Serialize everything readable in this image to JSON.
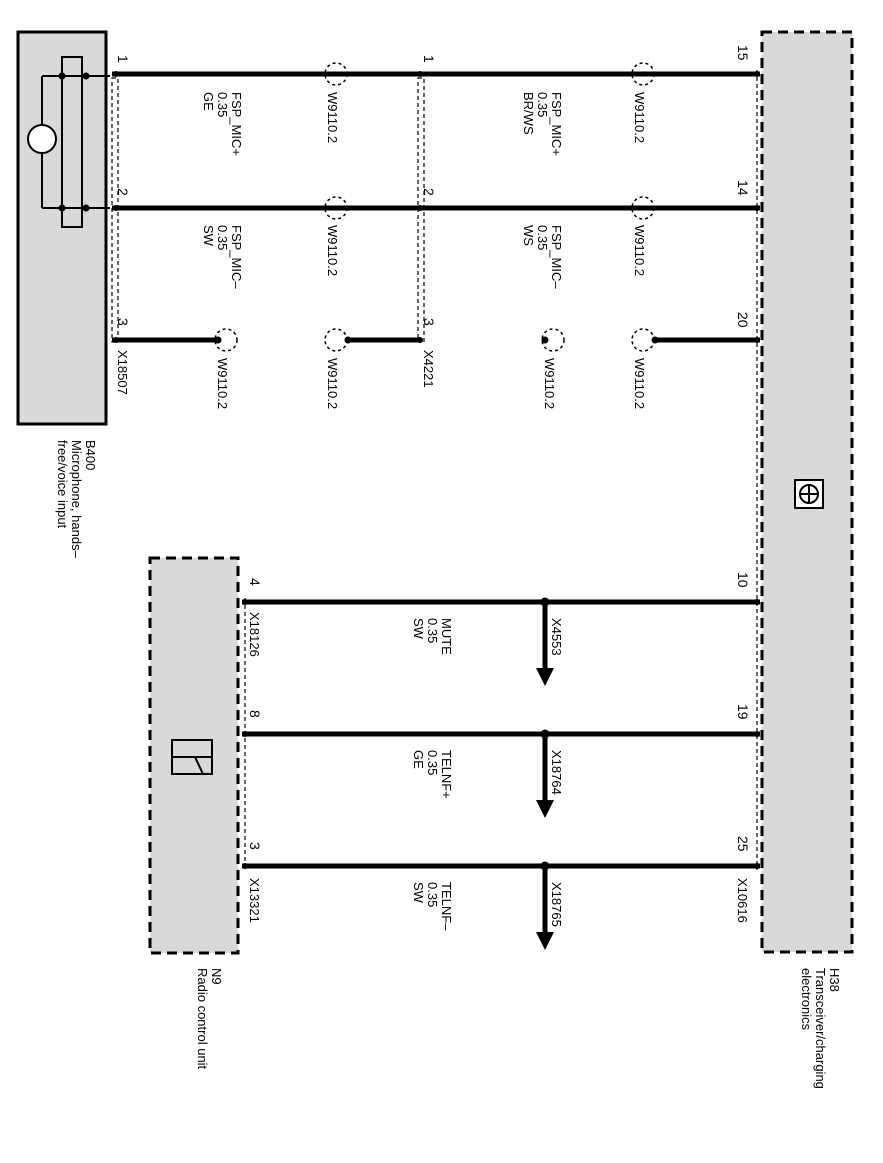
{
  "components": {
    "b400": {
      "id": "B400",
      "name_line1": "Microphone, hands–",
      "name_line2": "free/voice input",
      "connector": "X18507"
    },
    "h38": {
      "id": "H38",
      "name_line1": "Transceiver/charging",
      "name_line2": "electronics",
      "connector": "X10616"
    },
    "n9": {
      "id": "N9",
      "name": "Radio control unit",
      "connector": "X13321"
    },
    "inline_connector": "X4221"
  },
  "wires": {
    "mic_plus_b400": {
      "signal": "FSP_MIC+",
      "size": "0.35",
      "color": "GE"
    },
    "mic_minus_b400": {
      "signal": "FSP_MIC–",
      "size": "0.35",
      "color": "SW"
    },
    "mic_plus_h38": {
      "signal": "FSP_MIC+",
      "size": "0.35",
      "color": "BR/WS"
    },
    "mic_minus_h38": {
      "signal": "FSP_MIC–",
      "size": "0.35",
      "color": "WS"
    },
    "mute": {
      "signal": "MUTE",
      "size": "0.35",
      "color": "SW"
    },
    "telnf_plus": {
      "signal": "TELNF+",
      "size": "0.35",
      "color": "GE"
    },
    "telnf_minus": {
      "signal": "TELNF–",
      "size": "0.35",
      "color": "SW"
    }
  },
  "shield_label": "W9110.2",
  "pins": {
    "x18507": [
      "1",
      "2",
      "3"
    ],
    "x4221": [
      "1",
      "2",
      "3"
    ],
    "x10616": [
      "15",
      "14",
      "20",
      "10",
      "19",
      "25"
    ],
    "n9": [
      "4",
      "8",
      "3"
    ]
  },
  "connectors": {
    "mute_left": "X18126",
    "mute_split": "X4553",
    "telnf_plus_split": "X18764",
    "telnf_minus_split": "X18765"
  }
}
